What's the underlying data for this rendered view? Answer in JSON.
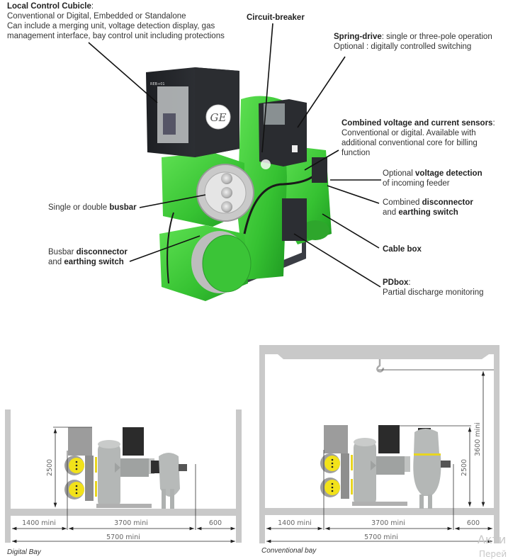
{
  "product_callouts": {
    "local_control_cubicle": {
      "title": "Local Control Cubicle",
      "title_suffix": ":",
      "line1": "Conventional or Digital, Embedded or Standalone",
      "line2": "Can include a merging unit, voltage detection display, gas",
      "line3": "management interface, bay control unit including protections"
    },
    "circuit_breaker": {
      "title": "Circuit-breaker"
    },
    "spring_drive": {
      "title": "Spring-drive",
      "rest": ": single or three-pole operation",
      "line2": "Optional : digitally controlled switching"
    },
    "sensors": {
      "title": "Combined voltage and current sensors",
      "title_suffix": ":",
      "line1": "Conventional or digital. Available with",
      "line2": "additional conventional core for billing",
      "line3": "function"
    },
    "voltage_detection": {
      "prefix": "Optional ",
      "bold": "voltage detection",
      "line2": "of incoming feeder"
    },
    "combined_disconnector": {
      "prefix": "Combined ",
      "bold1": "disconnector",
      "line2_prefix": "and ",
      "bold2": "earthing switch"
    },
    "cable_box": {
      "title": "Cable box"
    },
    "pdbox": {
      "title": "PDbox",
      "title_suffix": ":",
      "line1": "Partial discharge monitoring"
    },
    "busbar": {
      "prefix": "Single or double ",
      "bold": "busbar"
    },
    "busbar_disconnector": {
      "prefix": "Busbar ",
      "bold1": "disconnector",
      "line2_prefix": "and  ",
      "bold2": "earthing switch"
    }
  },
  "cubicle_label": "REB+01",
  "brand_logo": "GE",
  "colors": {
    "equipment_green": "#3ec63a",
    "cubicle_black": "#2b2d31",
    "wall_gray": "#c9c9c9",
    "busbar_yellow": "#f2e21a",
    "equipment_gray": "#a9acab"
  },
  "diagrams": {
    "digital": {
      "caption": "Digital Bay",
      "height_dim": "2500",
      "dims": [
        "1400 mini",
        "3700 mini",
        "600"
      ],
      "total": "5700 mini"
    },
    "conventional": {
      "caption": "Conventional bay",
      "height_dim": "2500",
      "crane_dim": "3600 mini",
      "dims": [
        "1400 mini",
        "3700 mini",
        "600"
      ],
      "total": "5700 mini"
    }
  },
  "watermark": {
    "line1": "Акти",
    "line2": "Перей"
  }
}
